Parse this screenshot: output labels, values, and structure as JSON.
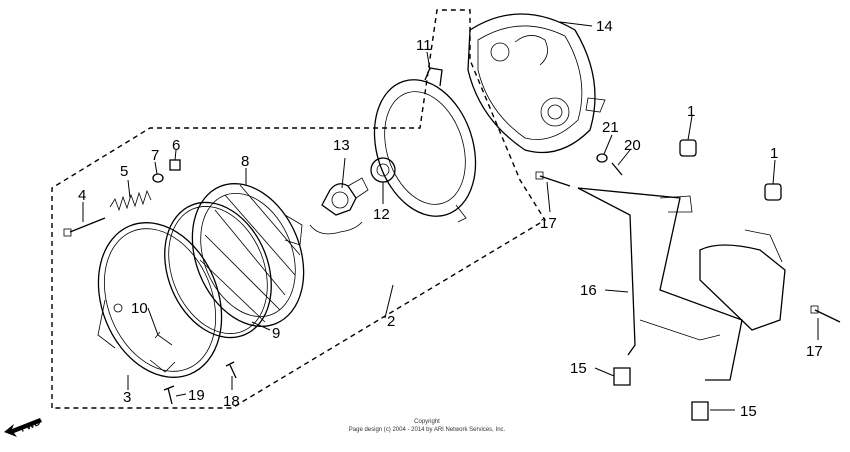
{
  "callouts": {
    "c1a": "1",
    "c1b": "1",
    "c2": "2",
    "c3": "3",
    "c4": "4",
    "c5": "5",
    "c6": "6",
    "c7": "7",
    "c8": "8",
    "c9": "9",
    "c10": "10",
    "c11": "11",
    "c12": "12",
    "c13": "13",
    "c14": "14",
    "c15a": "15",
    "c15b": "15",
    "c16": "16",
    "c17a": "17",
    "c17b": "17",
    "c18": "18",
    "c19": "19",
    "c20": "20",
    "c21": "21"
  },
  "copyright": {
    "line1": "Copyright",
    "line2": "Page design (c) 2004 - 2014 by ARI Network Services, Inc."
  },
  "fwd_label": "FWD"
}
